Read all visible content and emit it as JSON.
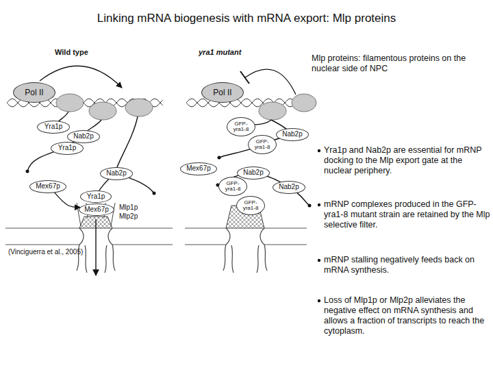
{
  "diagram": {
    "title": "Linking mRNA biogenesis with mRNA export: Mlp proteins",
    "nodes": [
      {
        "text": [
          "Pol II"
        ]
      },
      {
        "text": [
          "Yra1p"
        ]
      },
      {
        "text": [
          "Nab2p"
        ]
      },
      {
        "text": [
          "Yra1p"
        ]
      },
      {
        "text": [
          "Nab2p"
        ]
      },
      {
        "text": [
          "Mex67p"
        ]
      },
      {
        "text": [
          "Yra1p"
        ]
      },
      {
        "text": [
          "Mex67p"
        ]
      },
      {
        "text": [
          "Pol II"
        ]
      },
      {
        "text": [
          "GFP- yra1-8"
        ]
      },
      {
        "text": [
          "Nab2p"
        ]
      },
      {
        "text": [
          "GFP- yra1-8"
        ]
      },
      {
        "text": [
          "Mex67p"
        ]
      },
      {
        "text": [
          "Nab2p"
        ]
      },
      {
        "text": [
          "GFP- yra1-8"
        ]
      },
      {
        "text": [
          "Nab2p"
        ]
      },
      {
        "text": [
          "GFP- yra1-8"
        ]
      }
    ],
    "edges": [
      {
        "from": 5,
        "to": 7,
        "arrow": "to"
      }
    ],
    "labels": [
      "Wild type",
      "yra1 mutant",
      "Mlp1p",
      "Mlp2p",
      "(Vinciguerra et al., 2005)",
      "Mlp proteins: filamentous proteins on the nuclear side of NPC",
      "Yra1p and Nab2p are essential for mRNP docking to the Mlp export gate at the nuclear periphery.",
      "mRNP complexes produced in the GFP-yra1-8 mutant strain are retained by the Mlp selective filter.",
      "mRNP stalling negatively feeds back on mRNA synthesis.",
      "Loss of Mlp1p or Mlp2p alleviates the negative effect on mRNA synthesis and allows a fraction of transcripts to reach the cytoplasm."
    ]
  }
}
